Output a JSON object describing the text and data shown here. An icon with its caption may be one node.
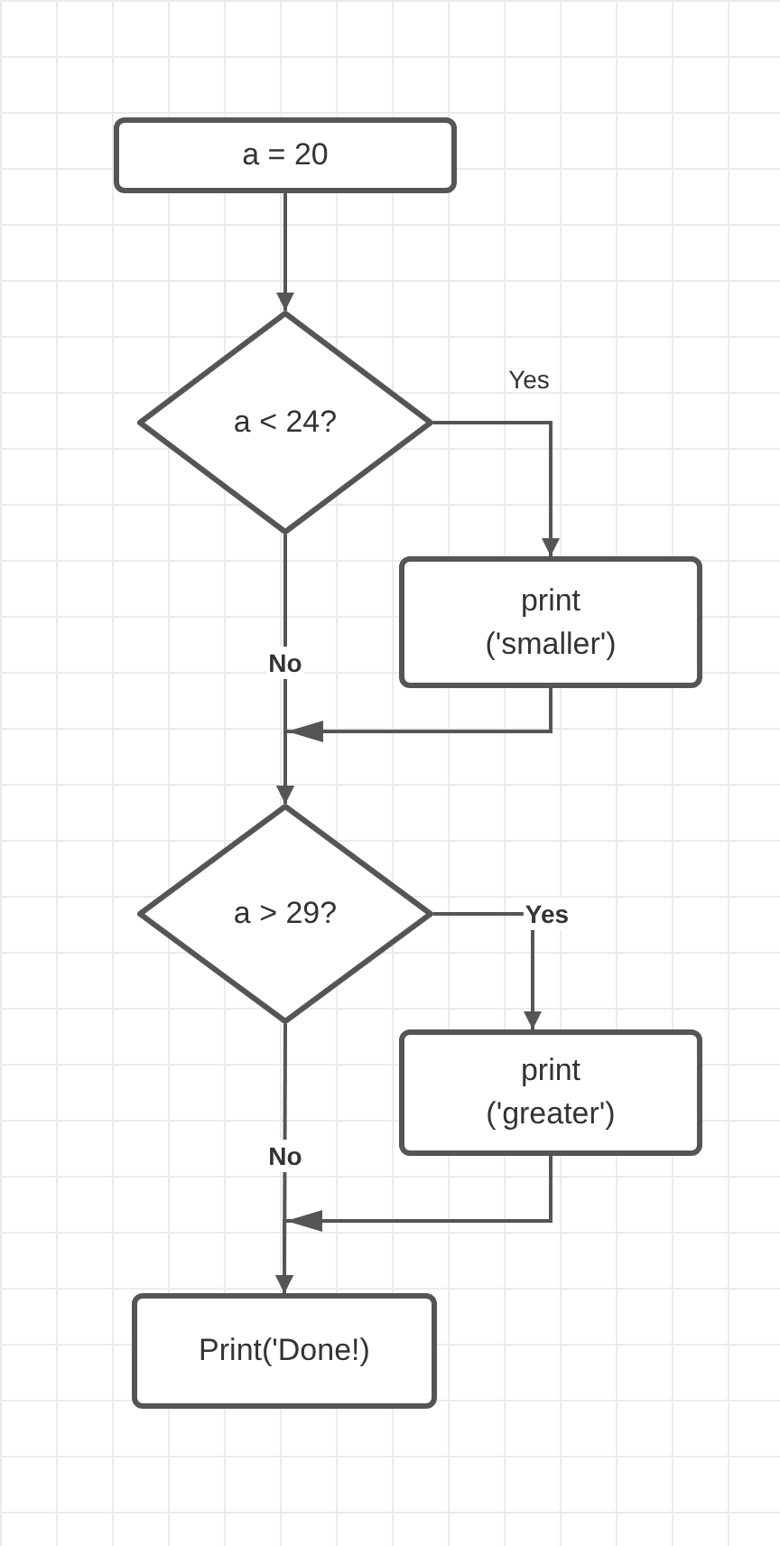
{
  "diagram": {
    "nodes": [
      {
        "text": [
          "a = 20"
        ]
      },
      {
        "text": [
          "a < 24?"
        ]
      },
      {
        "text": [
          "print ('smaller')"
        ]
      },
      {
        "text": [
          "a > 29?"
        ]
      },
      {
        "text": [
          "print ('greater')"
        ]
      },
      {
        "text": [
          "Print('Done!)"
        ]
      }
    ],
    "edges": [
      {
        "from": 0,
        "to": 1,
        "arrow": "to"
      },
      {
        "from": 1,
        "to": 2,
        "arrow": "to",
        "label": "Yes"
      },
      {
        "from": 1,
        "to": 3,
        "arrow": "to",
        "label": "No"
      },
      {
        "from": 2,
        "to": 3,
        "arrow": "to"
      },
      {
        "from": 3,
        "to": 4,
        "arrow": "to",
        "label": "Yes"
      },
      {
        "from": 3,
        "to": 5,
        "arrow": "to",
        "label": "No"
      },
      {
        "from": 4,
        "to": 5,
        "arrow": "to"
      }
    ]
  }
}
